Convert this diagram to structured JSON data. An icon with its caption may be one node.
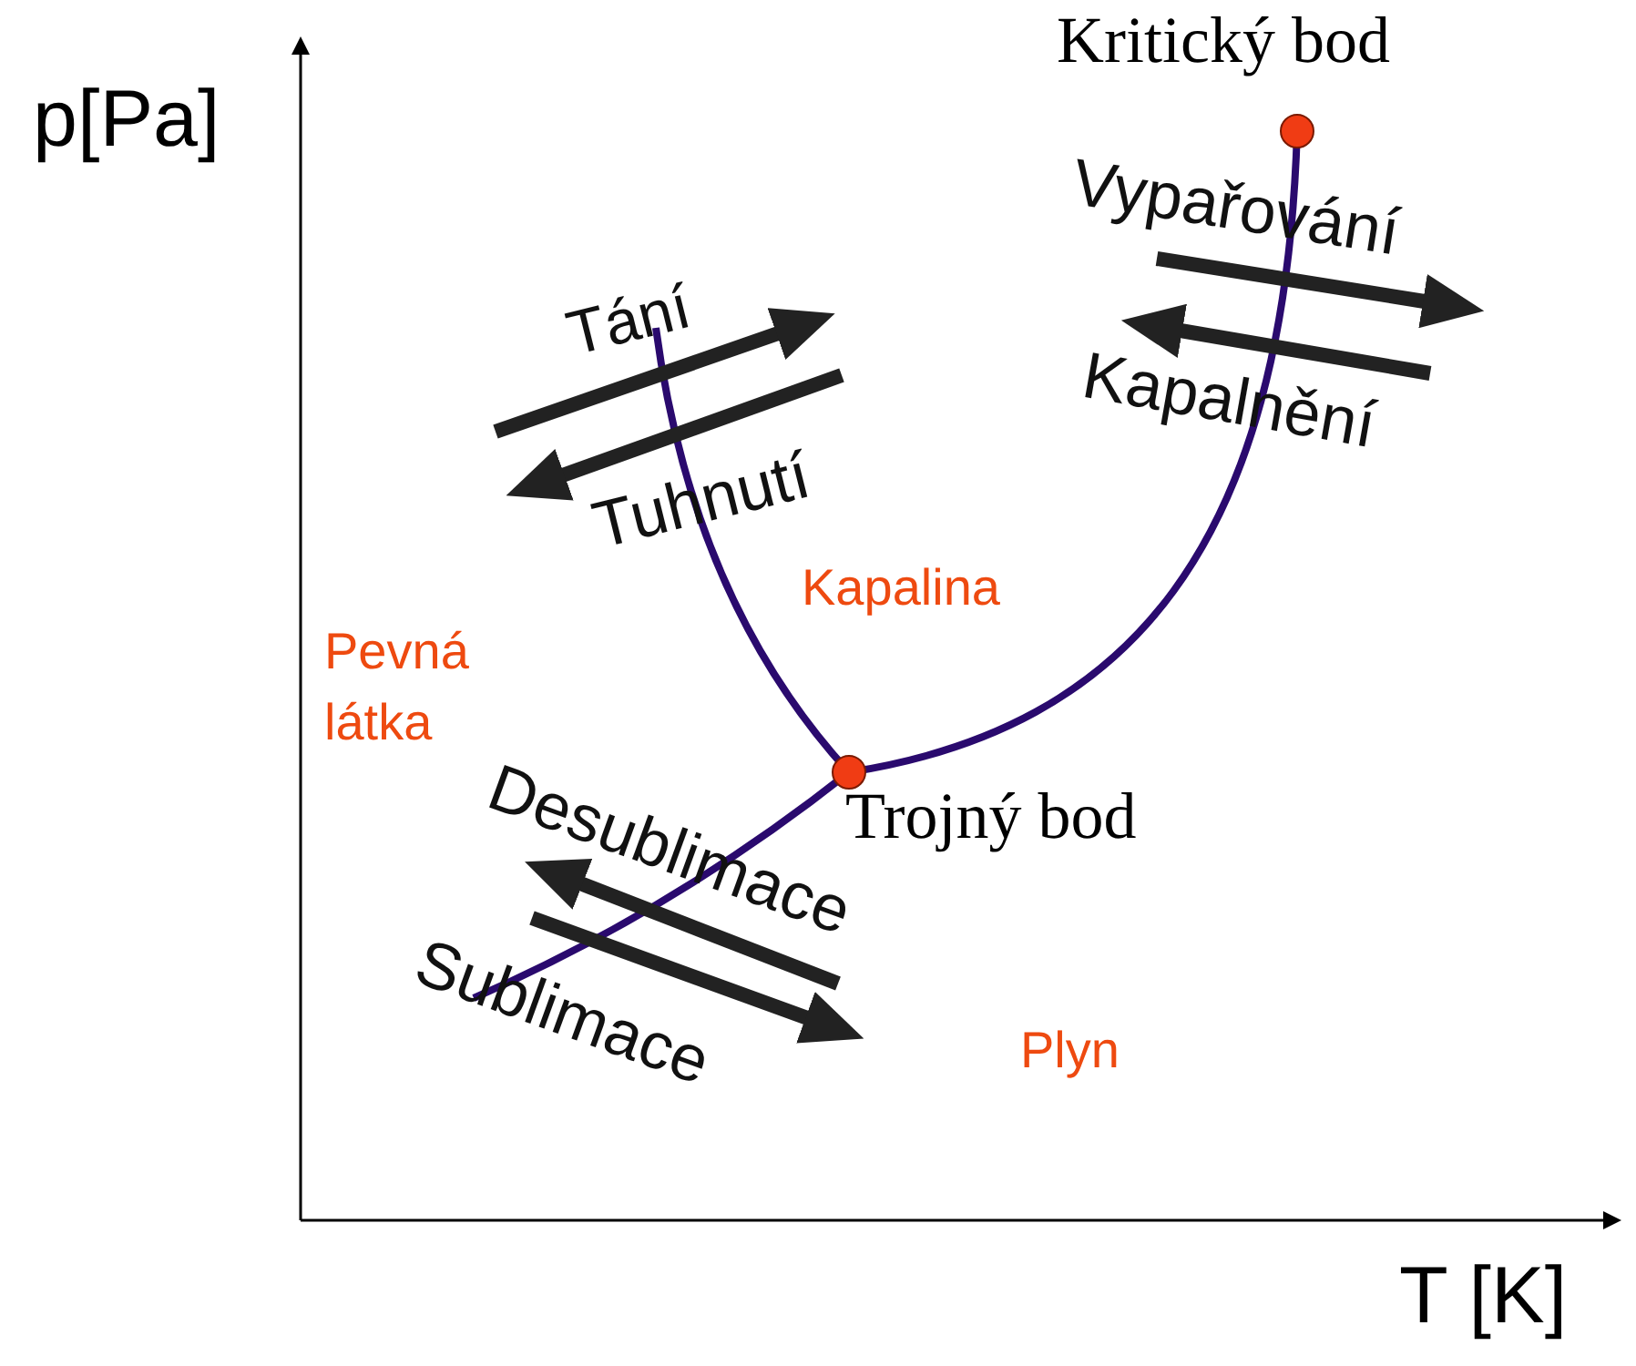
{
  "diagram": {
    "nodes": [
      {
        "text": [],
        "shape": "circle",
        "beside": [
          "Kritický bod"
        ]
      },
      {
        "text": [],
        "shape": "circle",
        "beside": [
          "Trojný bod"
        ]
      }
    ],
    "labels": [
      "p[Pa]",
      "Vypařování",
      "Tání",
      "Kapalnění",
      "Tuhnutí",
      "Kapalina",
      "Pevná látka",
      "Desublimace",
      "Sublimace",
      "Plyn",
      "T [K]"
    ]
  }
}
